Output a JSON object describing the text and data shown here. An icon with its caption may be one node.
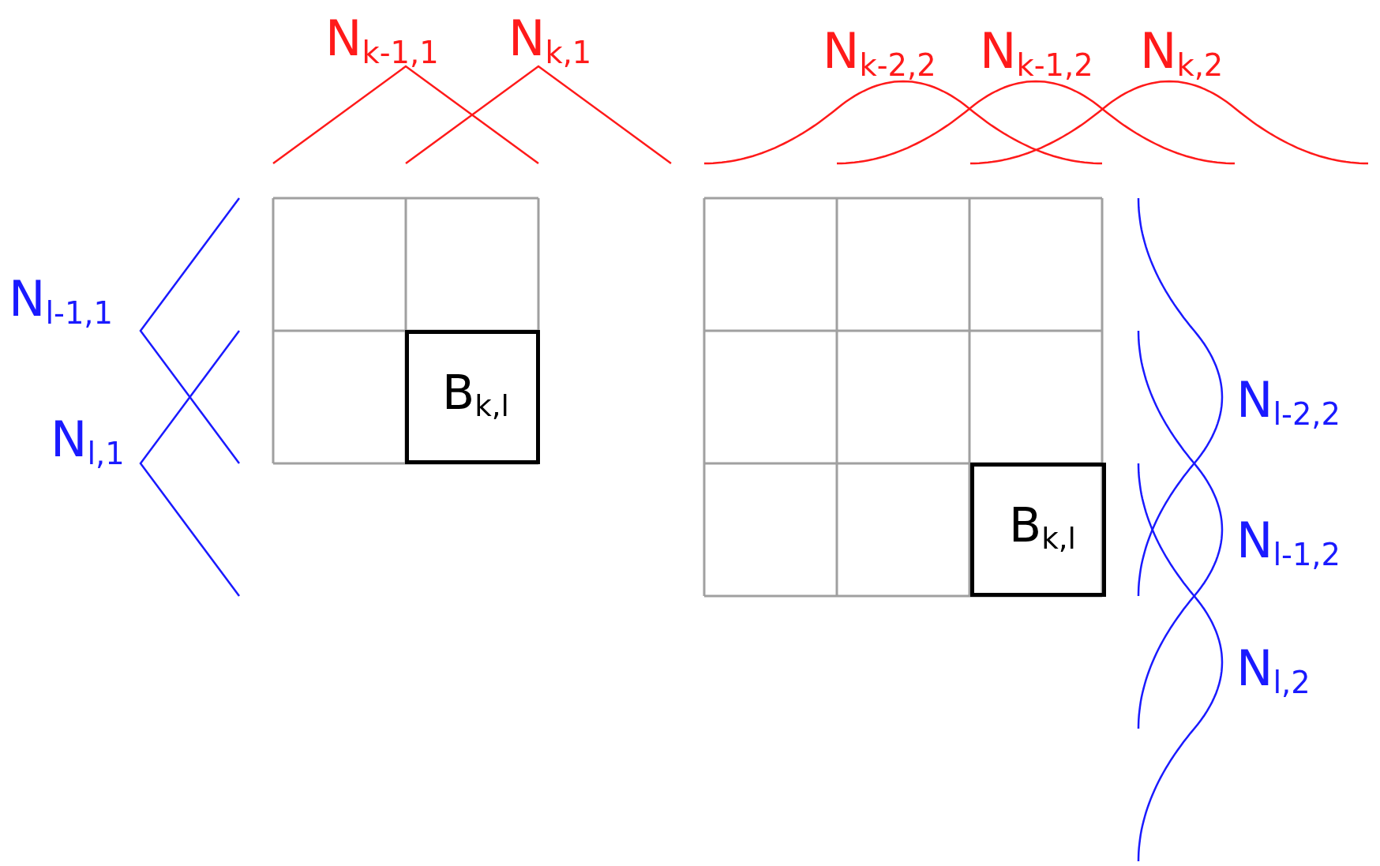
{
  "diagram": {
    "nodes": [
      {
        "text": [
          "B$_{k,l}$"
        ]
      },
      {
        "text": [
          "B$_{k,l}$"
        ]
      }
    ],
    "labels": [
      "N$_{k-1,1}$",
      "N$_{k,1}$",
      "N$_{k-2,2}$",
      "N$_{k-1,2}$",
      "N$_{k,2}$",
      "N$_{l-1,1}$",
      "N$_{l,1}$",
      "N$_{l-2,2}$",
      "N$_{l-1,2}$",
      "N$_{l,2}$"
    ]
  }
}
